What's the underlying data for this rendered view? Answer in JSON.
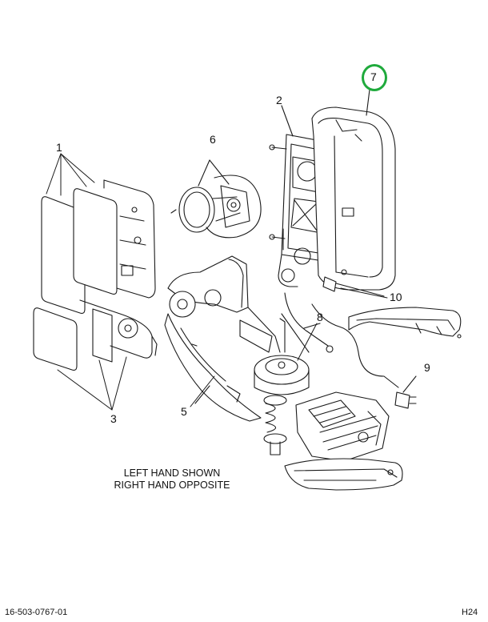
{
  "callouts": {
    "c1": "1",
    "c2": "2",
    "c3": "3",
    "c5": "5",
    "c6": "6",
    "c7": "7",
    "c8": "8",
    "c9": "9",
    "c10": "10"
  },
  "note": {
    "line1": "LEFT HAND SHOWN",
    "line2": "RIGHT HAND OPPOSITE"
  },
  "footer": {
    "part_number": "16-503-0767-01",
    "sheet": "H24"
  },
  "highlight_color": "#1faa3c"
}
